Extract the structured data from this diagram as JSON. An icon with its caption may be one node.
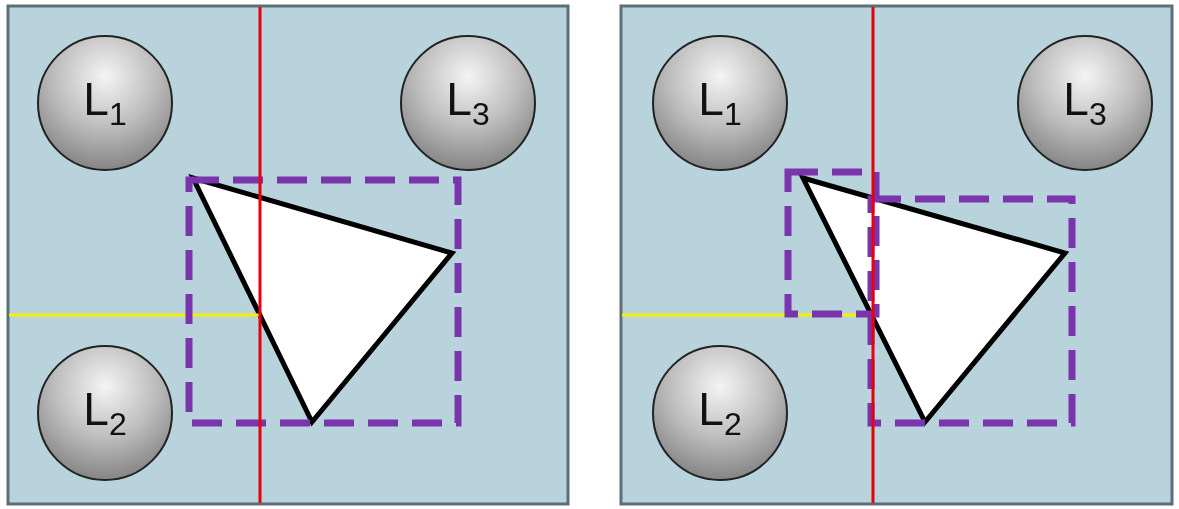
{
  "diagram": {
    "nodes": [
      {
        "text": [
          "L$_{1}$"
        ]
      },
      {
        "text": [
          "L$_{3}$"
        ]
      },
      {
        "text": [
          "L$_{2}$"
        ]
      },
      {
        "text": [
          "L$_{1}$"
        ]
      },
      {
        "text": [
          "L$_{3}$"
        ]
      },
      {
        "text": [
          "L$_{2}$"
        ]
      }
    ]
  }
}
